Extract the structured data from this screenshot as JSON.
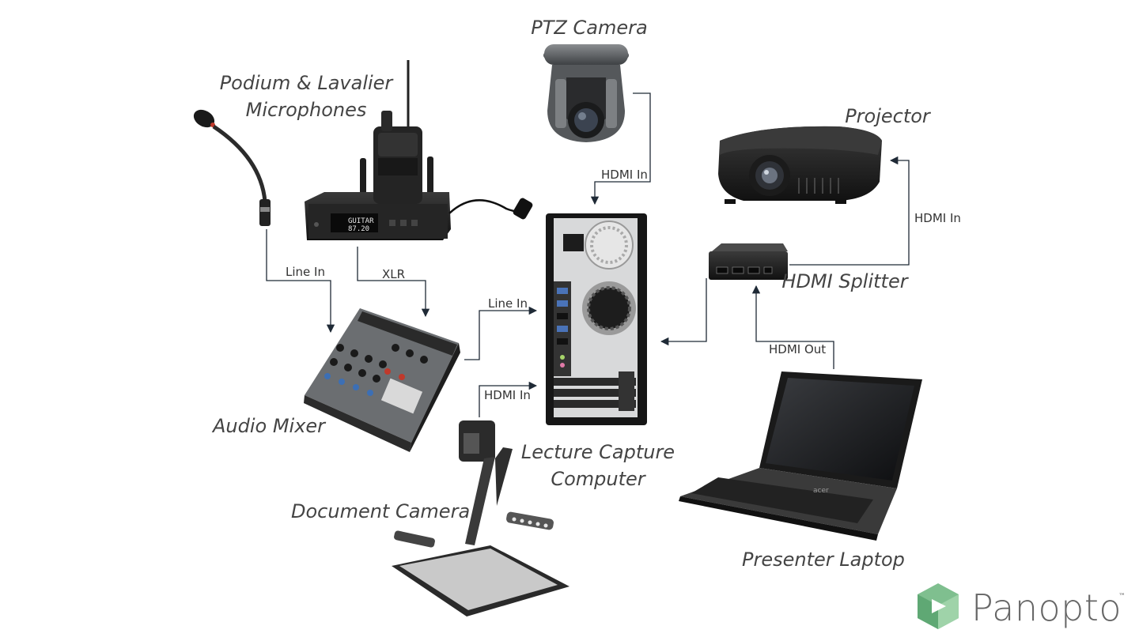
{
  "devices": {
    "ptz_camera": "PTZ Camera",
    "microphones": [
      "Podium & Lavalier",
      "Microphones"
    ],
    "projector": "Projector",
    "hdmi_splitter": "HDMI Splitter",
    "audio_mixer": "Audio Mixer",
    "lecture_capture": [
      "Lecture Capture",
      "Computer"
    ],
    "document_camera": "Document Camera",
    "presenter_laptop": "Presenter Laptop"
  },
  "connections": {
    "ptz_to_computer": "HDMI In",
    "mic_to_mixer": "Line In",
    "receiver_to_mixer": "XLR",
    "mixer_to_computer": "Line In",
    "doccam_to_computer": "HDMI In",
    "splitter_to_projector": "HDMI In",
    "laptop_to_splitter": "HDMI Out"
  },
  "device_text": {
    "receiver_display": [
      "GUITAR",
      "87.20"
    ],
    "laptop_brand": "acer"
  },
  "logo": {
    "name": "Panopto",
    "mark": "™"
  },
  "colors": {
    "connector": "#1f2a36",
    "label": "#444444",
    "logo_green": "#7fbf8f"
  }
}
